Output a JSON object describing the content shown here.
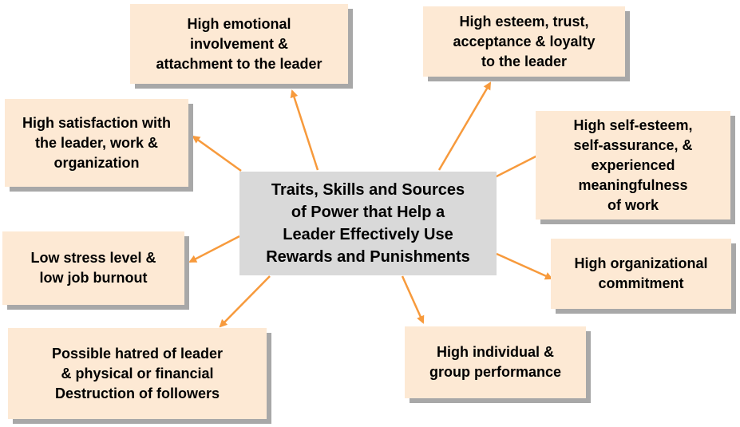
{
  "center": {
    "text": "Traits, Skills and Sources\nof Power that Help a\nLeader Effectively Use\nRewards and Punishments"
  },
  "outcomes": {
    "emotional": "High emotional\ninvolvement &\nattachment to the leader",
    "esteem": "High esteem, trust,\nacceptance & loyalty\nto the leader",
    "satisfaction": "High satisfaction with\nthe leader, work &\norganization",
    "self_esteem": "High self-esteem,\nself-assurance, &\nexperienced\nmeaningfulness\nof work",
    "stress": "Low stress level &\nlow job burnout",
    "commitment": "High organizational\ncommitment",
    "hatred": "Possible hatred of leader\n& physical or financial\nDestruction of followers",
    "performance": "High individual &\ngroup performance"
  },
  "colors": {
    "box_fill": "#fde9d4",
    "center_fill": "#d9d9d9",
    "arrow": "#f79a3c",
    "shadow": "#a8a8a8"
  }
}
